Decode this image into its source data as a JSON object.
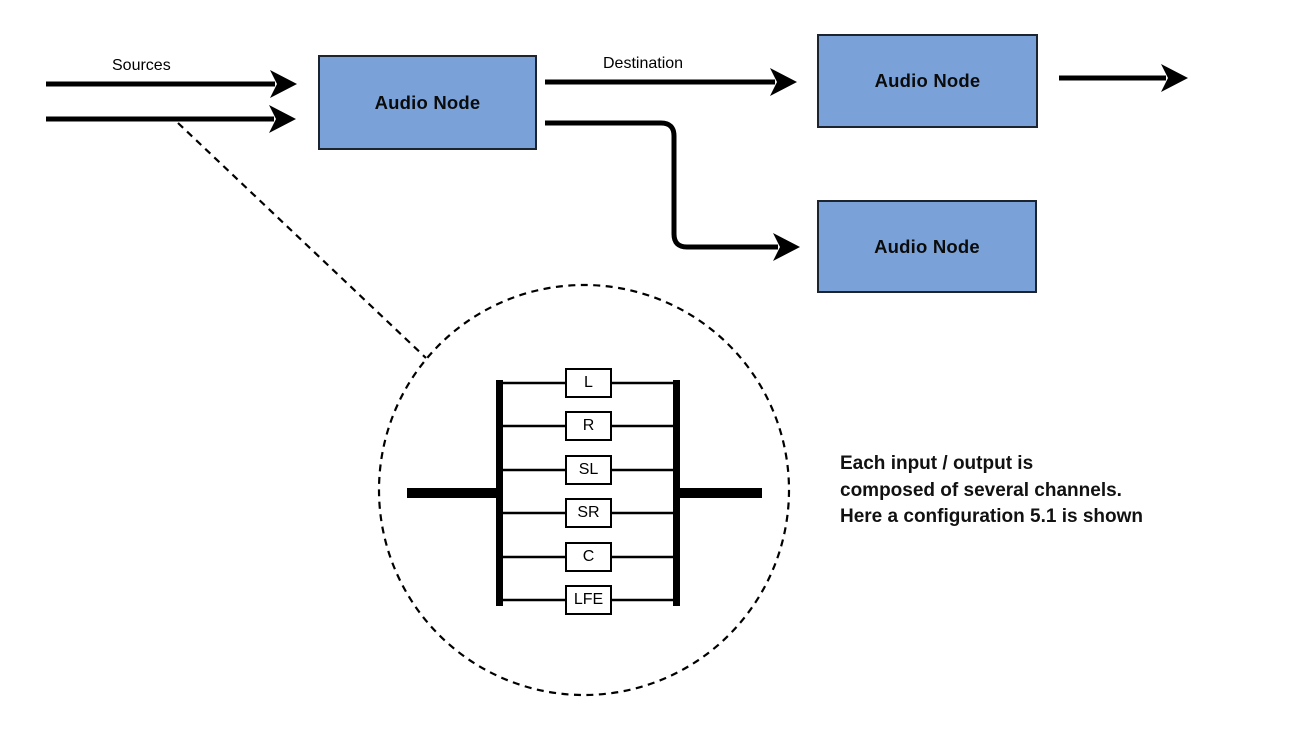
{
  "flow": {
    "sources_label": "Sources",
    "destination_label": "Destination",
    "nodes": [
      {
        "label": "Audio Node"
      },
      {
        "label": "Audio Node"
      },
      {
        "label": "Audio Node"
      }
    ]
  },
  "circle_detail": {
    "channels": [
      {
        "label": "L"
      },
      {
        "label": "R"
      },
      {
        "label": "SL"
      },
      {
        "label": "SR"
      },
      {
        "label": "C"
      },
      {
        "label": "LFE"
      }
    ]
  },
  "note": {
    "lines": [
      "Each input / output is",
      "composed of several channels.",
      "Here a configuration 5.1 is shown"
    ]
  },
  "colors": {
    "node_fill": "#7ba2d8",
    "node_border": "#1c2430",
    "line": "#000000"
  }
}
